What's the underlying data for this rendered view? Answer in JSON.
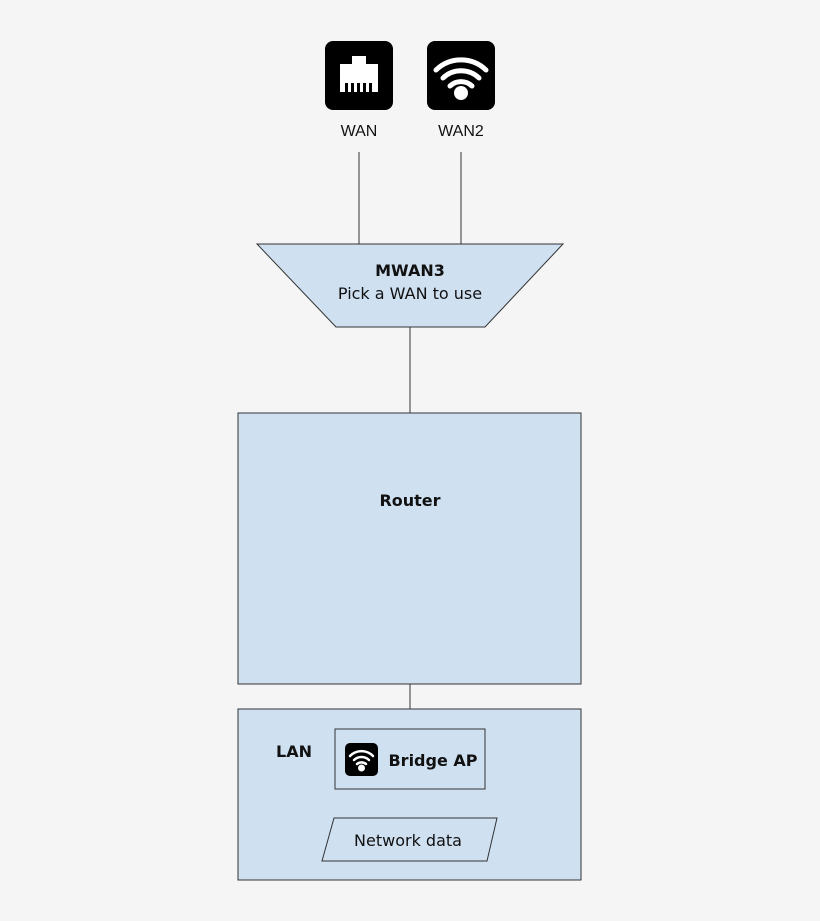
{
  "wan": {
    "label": "WAN",
    "icon": "ethernet-port-icon"
  },
  "wan2": {
    "label": "WAN2",
    "icon": "wifi-icon"
  },
  "mwan": {
    "title": "MWAN3",
    "subtitle": "Pick a WAN to use"
  },
  "router": {
    "title": "Router"
  },
  "lan": {
    "label": "LAN",
    "bridge": {
      "label": "Bridge AP",
      "icon": "wifi-icon"
    },
    "data": {
      "label": "Network data"
    }
  },
  "colors": {
    "background": "#f5f5f5",
    "box_fill": "#cfe0f1",
    "stroke": "#333333",
    "icon_bg": "#000000",
    "icon_fg": "#ffffff"
  }
}
